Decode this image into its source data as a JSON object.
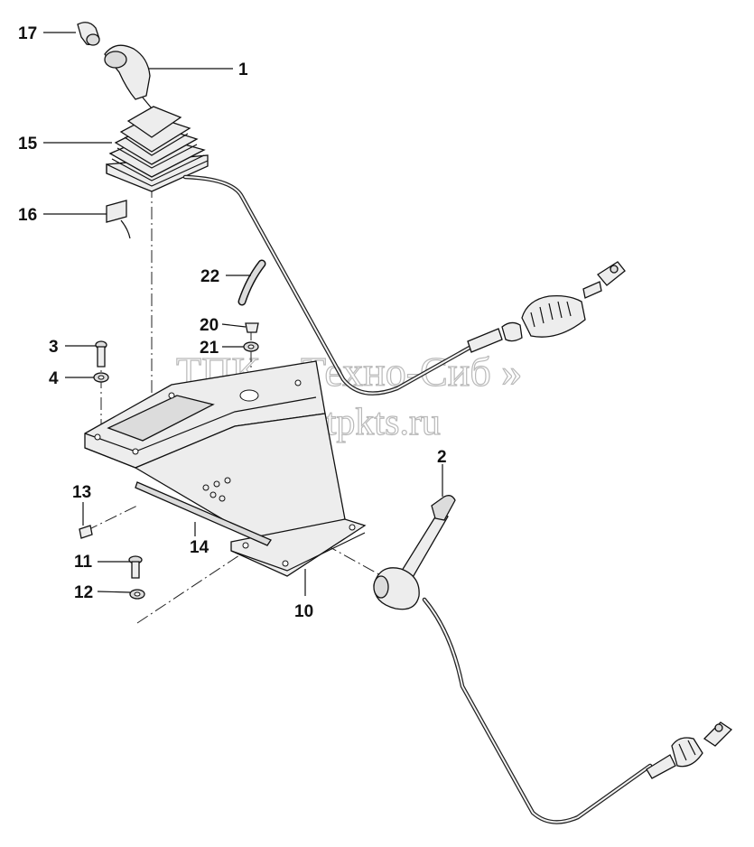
{
  "watermark": {
    "line1": "ТПК « Техно-Сиб »",
    "line2": "www.tpkts.ru"
  },
  "callouts": [
    {
      "id": "17",
      "label": "17"
    },
    {
      "id": "1",
      "label": "1"
    },
    {
      "id": "15",
      "label": "15"
    },
    {
      "id": "16",
      "label": "16"
    },
    {
      "id": "22",
      "label": "22"
    },
    {
      "id": "20",
      "label": "20"
    },
    {
      "id": "21",
      "label": "21"
    },
    {
      "id": "3",
      "label": "3"
    },
    {
      "id": "4",
      "label": "4"
    },
    {
      "id": "2",
      "label": "2"
    },
    {
      "id": "13",
      "label": "13"
    },
    {
      "id": "14",
      "label": "14"
    },
    {
      "id": "11",
      "label": "11"
    },
    {
      "id": "12",
      "label": "12"
    },
    {
      "id": "10",
      "label": "10"
    }
  ],
  "colors": {
    "line": "#111111",
    "part_fill": "#ededed",
    "watermark": "#b9b9b9"
  }
}
